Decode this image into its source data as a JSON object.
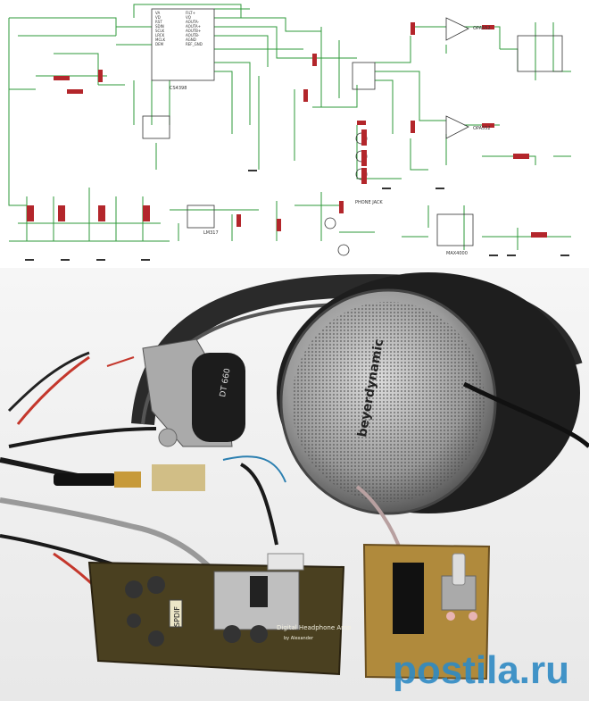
{
  "schematic": {
    "dac_ic_label": "CS4398",
    "lowpass_ic_label": "LM317",
    "headphone_jack_label": "PHONE JACK",
    "opamp_top": "OPA552",
    "opamp_bottom": "OPA552",
    "encoder_ic_label": "MAX4000",
    "pin_rows": [
      "VA",
      "VD",
      "RST",
      "SDIN",
      "SCLK",
      "LRCK",
      "MCLK",
      "DEM",
      "FILT+",
      "VQ",
      "AOUTA-",
      "AOUTA+",
      "AOUTB+",
      "AOUTB-",
      "AGND",
      "REF_GND"
    ]
  },
  "photo": {
    "headphone_brand": "beyerdynamic",
    "headphone_model": "DT 660",
    "pcb_label": "Digital Headphone Amp",
    "pcb_sublabel": "by Alexander",
    "spdif_label": "SPDIF",
    "watermark": "postila.ru"
  },
  "colors": {
    "wire": "#2e9a3a",
    "component": "#b3262b",
    "pcb_board": "#4a4020",
    "watermark": "#2f8ac4"
  }
}
